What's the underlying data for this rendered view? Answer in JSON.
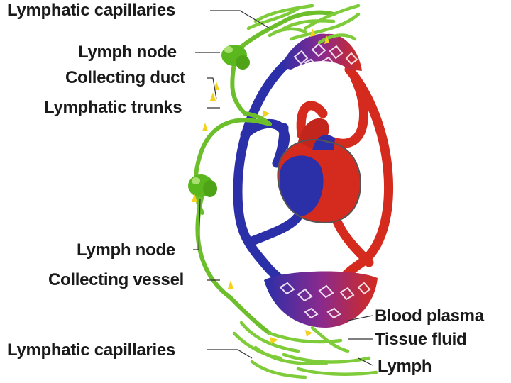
{
  "labels": {
    "left": {
      "lymphatic_capillaries_top": "Lymphatic capillaries",
      "lymph_node_top": "Lymph node",
      "collecting_duct": "Collecting duct",
      "lymphatic_trunks": "Lymphatic trunks",
      "lymph_node_bottom": "Lymph node",
      "collecting_vessel": "Collecting vessel",
      "lymphatic_capillaries_bottom": "Lymphatic capillaries"
    },
    "right": {
      "blood_plasma": "Blood plasma",
      "tissue_fluid": "Tissue fluid",
      "lymph": "Lymph"
    }
  },
  "colors": {
    "lymph_green": "#6cbf2a",
    "lymph_node_green": "#5ab81e",
    "vein_blue": "#2b2fa8",
    "artery_red": "#d42b1e",
    "capillary_purple": "#8a2a8e",
    "flow_arrow_yellow": "#f2d21b",
    "leader_line": "#333333"
  }
}
